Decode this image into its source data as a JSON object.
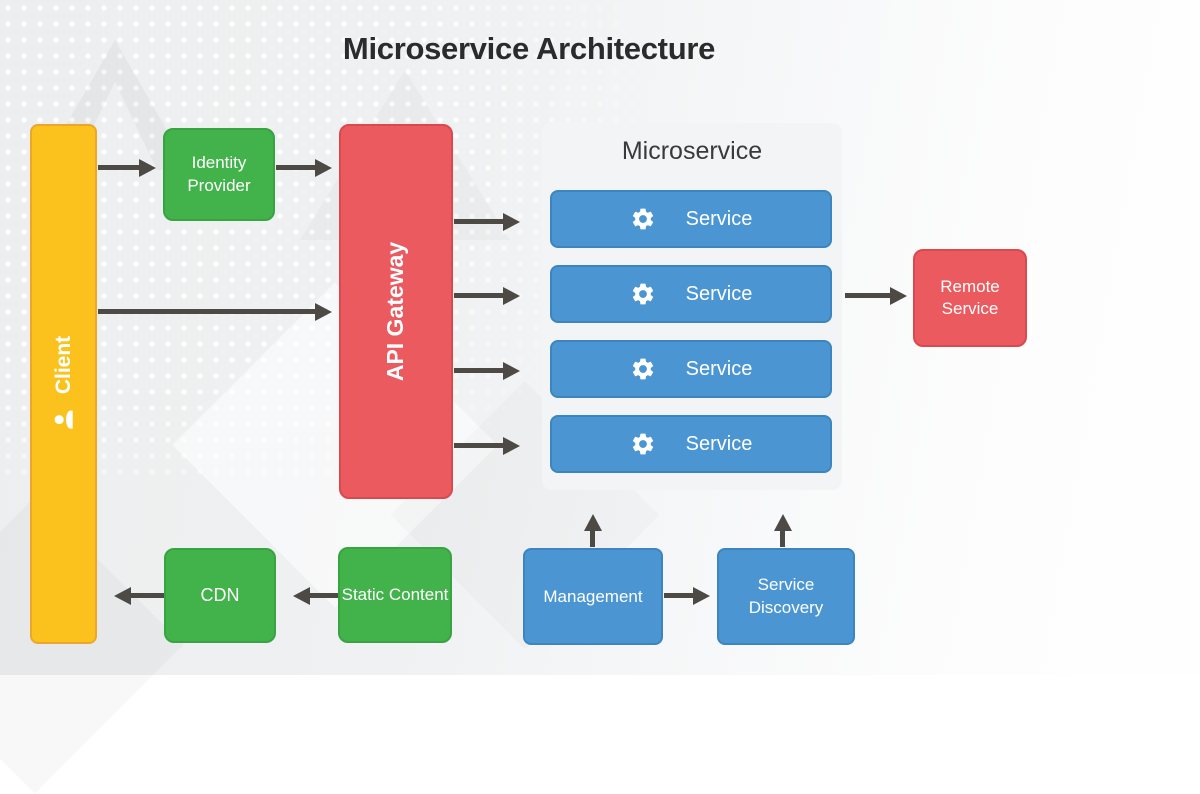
{
  "title": "Microservice Architecture",
  "client": {
    "label": "Client",
    "icon": "person-icon"
  },
  "identity_provider": {
    "label": "Identity Provider"
  },
  "api_gateway": {
    "label": "API Gateway"
  },
  "microservice": {
    "title": "Microservice",
    "services": [
      {
        "label": "Service",
        "icon": "gear-icon"
      },
      {
        "label": "Service",
        "icon": "gear-icon"
      },
      {
        "label": "Service",
        "icon": "gear-icon"
      },
      {
        "label": "Service",
        "icon": "gear-icon"
      }
    ]
  },
  "remote_service": {
    "label": "Remote Service"
  },
  "cdn": {
    "label": "CDN"
  },
  "static_content": {
    "label": "Static Content"
  },
  "management": {
    "label": "Management"
  },
  "service_discovery": {
    "label": "Service Discovery"
  },
  "colors": {
    "client_yellow": "#FBC21E",
    "green": "#42B24A",
    "red": "#EA5A5E",
    "blue": "#4B96D2",
    "container_gray": "#F2F4F6",
    "arrow_gray": "#4D4945",
    "title_text": "#2B2B2B"
  }
}
